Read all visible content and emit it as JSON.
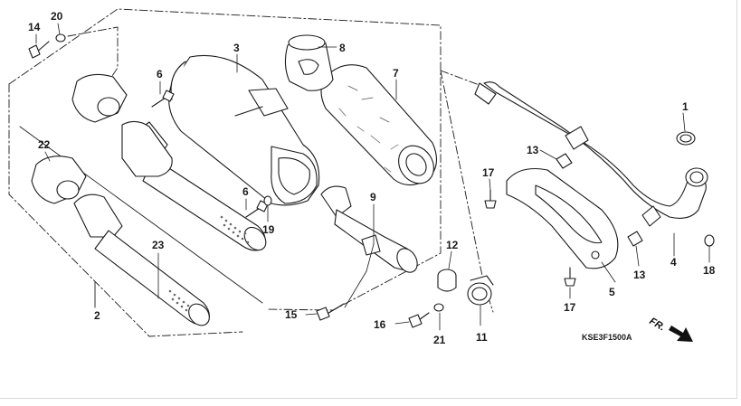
{
  "diagram": {
    "diagram_code": "KSE3F1500A",
    "direction_label": "FR.",
    "callouts": {
      "c1": "1",
      "c2": "2",
      "c3": "3",
      "c4": "4",
      "c5": "5",
      "c6a": "6",
      "c6b": "6",
      "c7": "7",
      "c8": "8",
      "c9": "9",
      "c11": "11",
      "c12": "12",
      "c13a": "13",
      "c13b": "13",
      "c14": "14",
      "c15": "15",
      "c16": "16",
      "c17a": "17",
      "c17b": "17",
      "c18": "18",
      "c19": "19",
      "c20": "20",
      "c21": "21",
      "c22": "22",
      "c23": "23"
    },
    "colors": {
      "line": "#1a1a1a",
      "fill": "#ffffff",
      "mesh": "#6a6a6a",
      "frame": "#d9d9d9"
    }
  }
}
